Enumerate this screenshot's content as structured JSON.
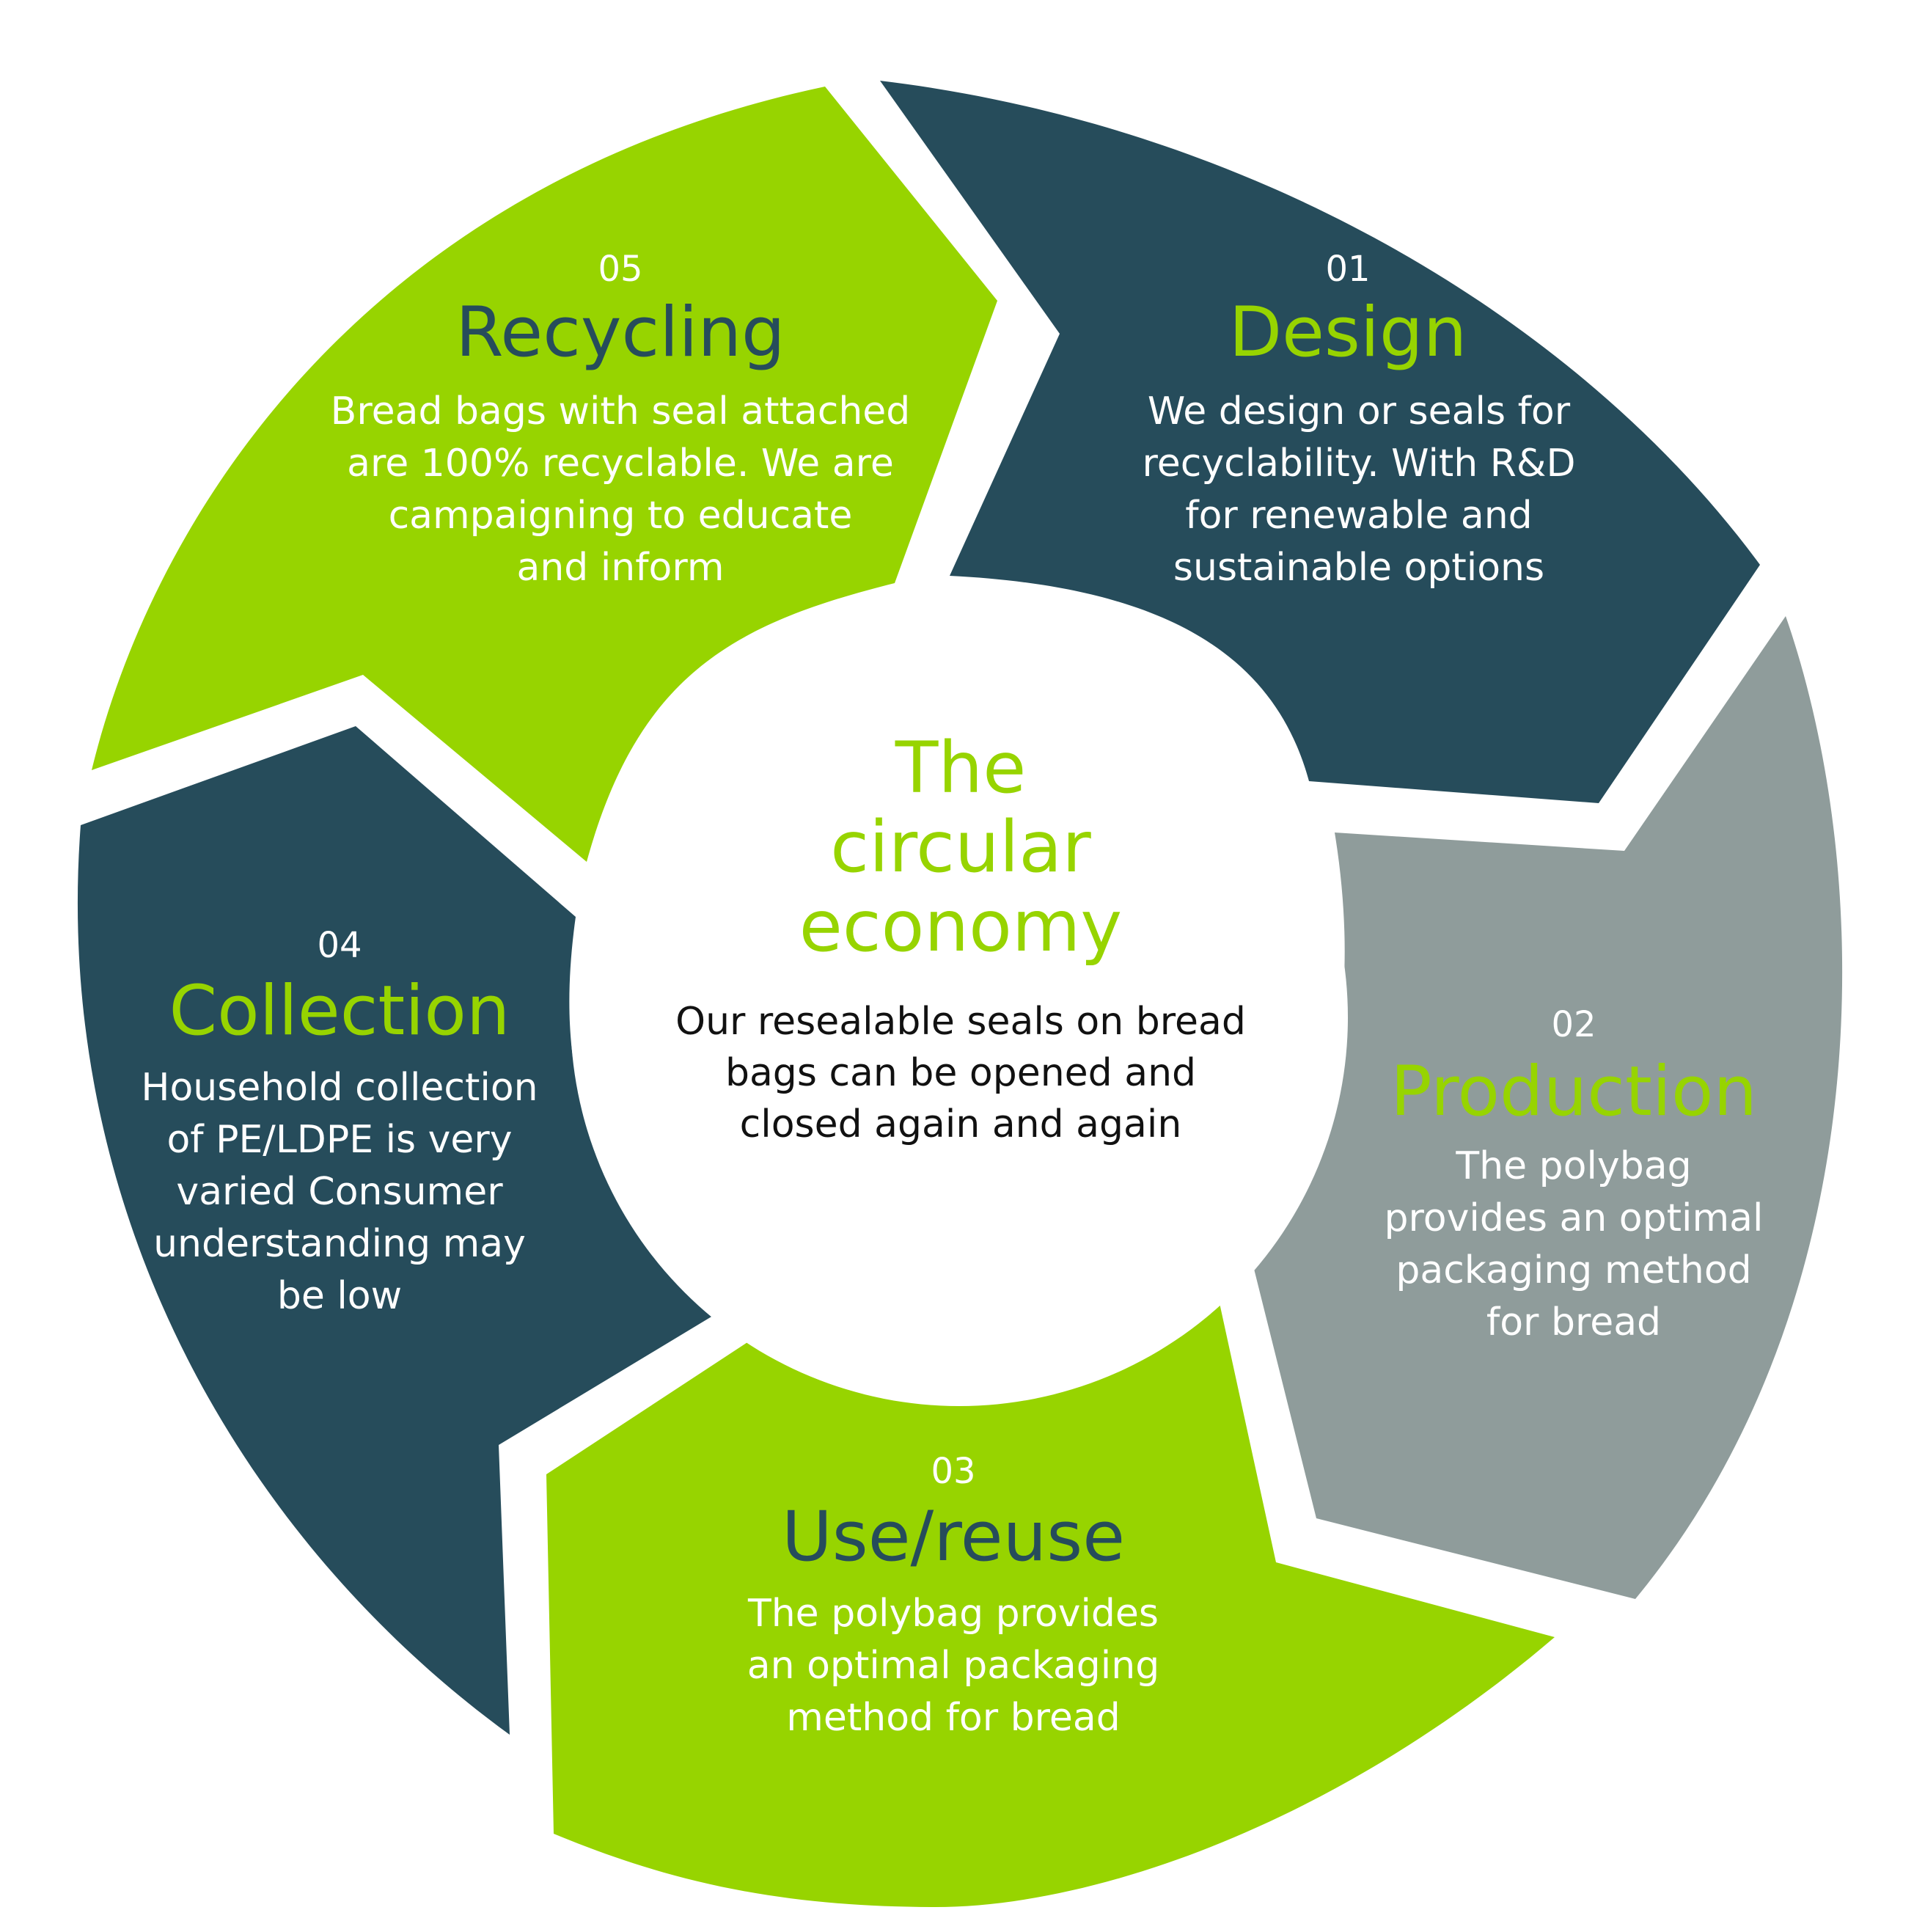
{
  "colors": {
    "dark_teal": "#264c5b",
    "lime_green": "#97d400",
    "grey": "#8f9c9b",
    "white": "#ffffff",
    "text_dark": "#111111"
  },
  "center": {
    "title_lines": [
      "The",
      "circular",
      "economy"
    ],
    "body_lines": [
      "Our resealable seals on bread",
      "bags can be opened and",
      "closed again and again"
    ]
  },
  "steps": [
    {
      "number": "01",
      "title": "Design",
      "segment_color": "#264c5b",
      "title_color": "#97d400",
      "body_lines": [
        "We design or seals for",
        "recyclability. With R&D",
        "for renewable and",
        "sustainable options"
      ]
    },
    {
      "number": "02",
      "title": "Production",
      "segment_color": "#8f9c9b",
      "title_color": "#97d400",
      "body_lines": [
        "The polybag",
        "provides an optimal",
        "packaging method",
        "for bread"
      ]
    },
    {
      "number": "03",
      "title": "Use/reuse",
      "segment_color": "#97d400",
      "title_color": "#264c5b",
      "body_lines": [
        "The polybag provides",
        "an optimal packaging",
        "method for bread"
      ]
    },
    {
      "number": "04",
      "title": "Collection",
      "segment_color": "#264c5b",
      "title_color": "#97d400",
      "body_lines": [
        "Household collection",
        "of PE/LDPE is very",
        "varied Consumer",
        "understanding may",
        "be low"
      ]
    },
    {
      "number": "05",
      "title": "Recycling",
      "segment_color": "#97d400",
      "title_color": "#264c5b",
      "body_lines": [
        "Bread bags with seal attached",
        "are 100% recyclable. We are",
        "campaigning to educate",
        "and inform"
      ]
    }
  ]
}
